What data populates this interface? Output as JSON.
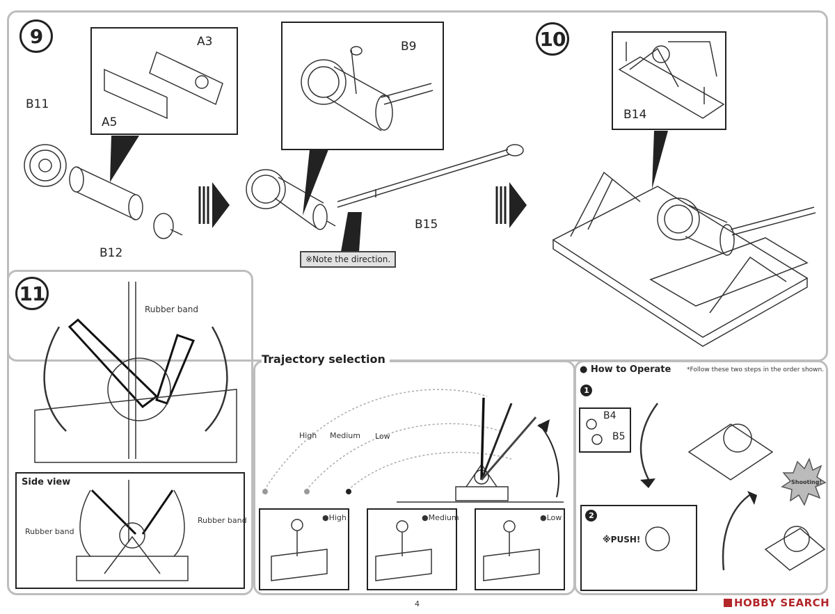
{
  "steps": {
    "step9": {
      "number": "9",
      "labels": {
        "a3": "A3",
        "a5": "A5",
        "b11": "B11",
        "b12": "B12",
        "b9": "B9",
        "b15": "B15"
      },
      "note": "※Note the direction."
    },
    "step10": {
      "number": "10",
      "labels": {
        "b14": "B14"
      }
    },
    "step11": {
      "number": "11",
      "rubber_band": "Rubber band",
      "side_view": {
        "title": "Side view",
        "left_label": "Rubber band",
        "right_label": "Rubber band"
      }
    }
  },
  "trajectory": {
    "title": "Trajectory selection",
    "arc_labels": [
      "High",
      "Medium",
      "Low"
    ],
    "settings": [
      {
        "label": "High"
      },
      {
        "label": "Medium"
      },
      {
        "label": "Low"
      }
    ]
  },
  "operate": {
    "title": "How to Operate",
    "instruction": "*Follow these two steps in the order shown.",
    "step1": {
      "number": "1",
      "parts": [
        "B4",
        "B5"
      ]
    },
    "step2": {
      "number": "2",
      "push": "※PUSH!",
      "burst": "Shooting!"
    }
  },
  "footer": {
    "page_number": "4",
    "watermark": "HOBBY SEARCH"
  },
  "colors": {
    "panel_border": "#bdbdbd",
    "line": "#222222",
    "note_bg": "#e2e2e2",
    "watermark": "#b3262a"
  }
}
